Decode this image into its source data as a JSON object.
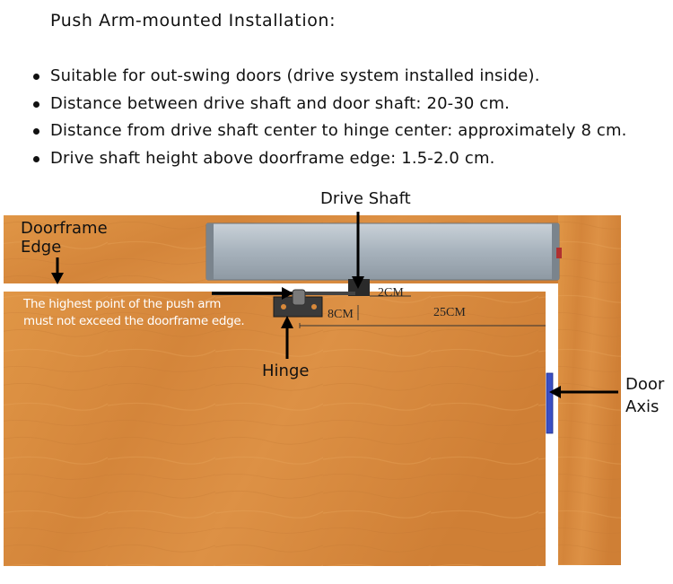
{
  "title": "Push Arm-mounted Installation:",
  "bullets": [
    "Suitable for out-swing doors (drive system installed inside).",
    "Distance between drive shaft and door shaft: 20-30 cm.",
    "Distance from drive shaft center to hinge center: approximately 8 cm.",
    "Drive shaft height above doorframe edge: 1.5-2.0 cm."
  ],
  "labels": {
    "drive_shaft": "Drive Shaft",
    "doorframe_edge_line1": "Doorframe",
    "doorframe_edge_line2": "Edge",
    "push_arm_note_line1": "The highest point of the push arm",
    "push_arm_note_line2": "must not exceed the doorframe edge.",
    "hinge": "Hinge",
    "door_axis_line1": "Door",
    "door_axis_line2": "Axis"
  },
  "dimensions": {
    "height": "2CM",
    "shaft_to_hinge": "8CM",
    "shaft_to_axis": "25CM"
  },
  "colors": {
    "wood": "#d8893a",
    "wood_light": "#e29a4c",
    "operator_body": "#a9b4be",
    "door_axis": "#3a4fc4"
  }
}
